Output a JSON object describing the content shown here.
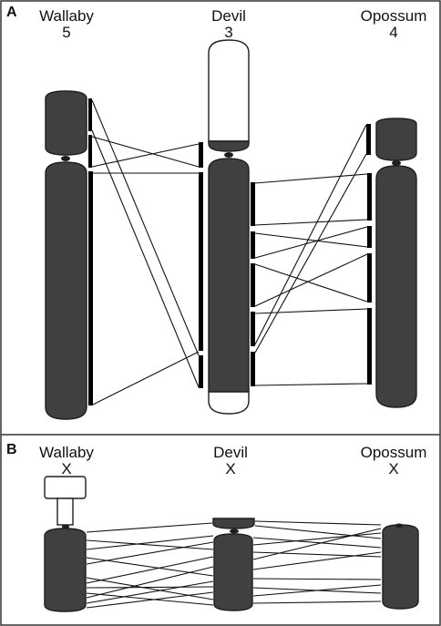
{
  "panel_a": {
    "letter": "A",
    "species": [
      {
        "name": "Wallaby",
        "chromosome": "5"
      },
      {
        "name": "Devil",
        "chromosome": "3"
      },
      {
        "name": "Opossum",
        "chromosome": "4"
      }
    ]
  },
  "panel_b": {
    "letter": "B",
    "species": [
      {
        "name": "Wallaby",
        "chromosome": "X"
      },
      {
        "name": "Devil",
        "chromosome": "X"
      },
      {
        "name": "Opossum",
        "chromosome": "X"
      }
    ]
  },
  "colors": {
    "chromosome": "#404040",
    "heterochromatin": "#ffffff",
    "synteny_block": "#000000",
    "link": "#111111"
  }
}
